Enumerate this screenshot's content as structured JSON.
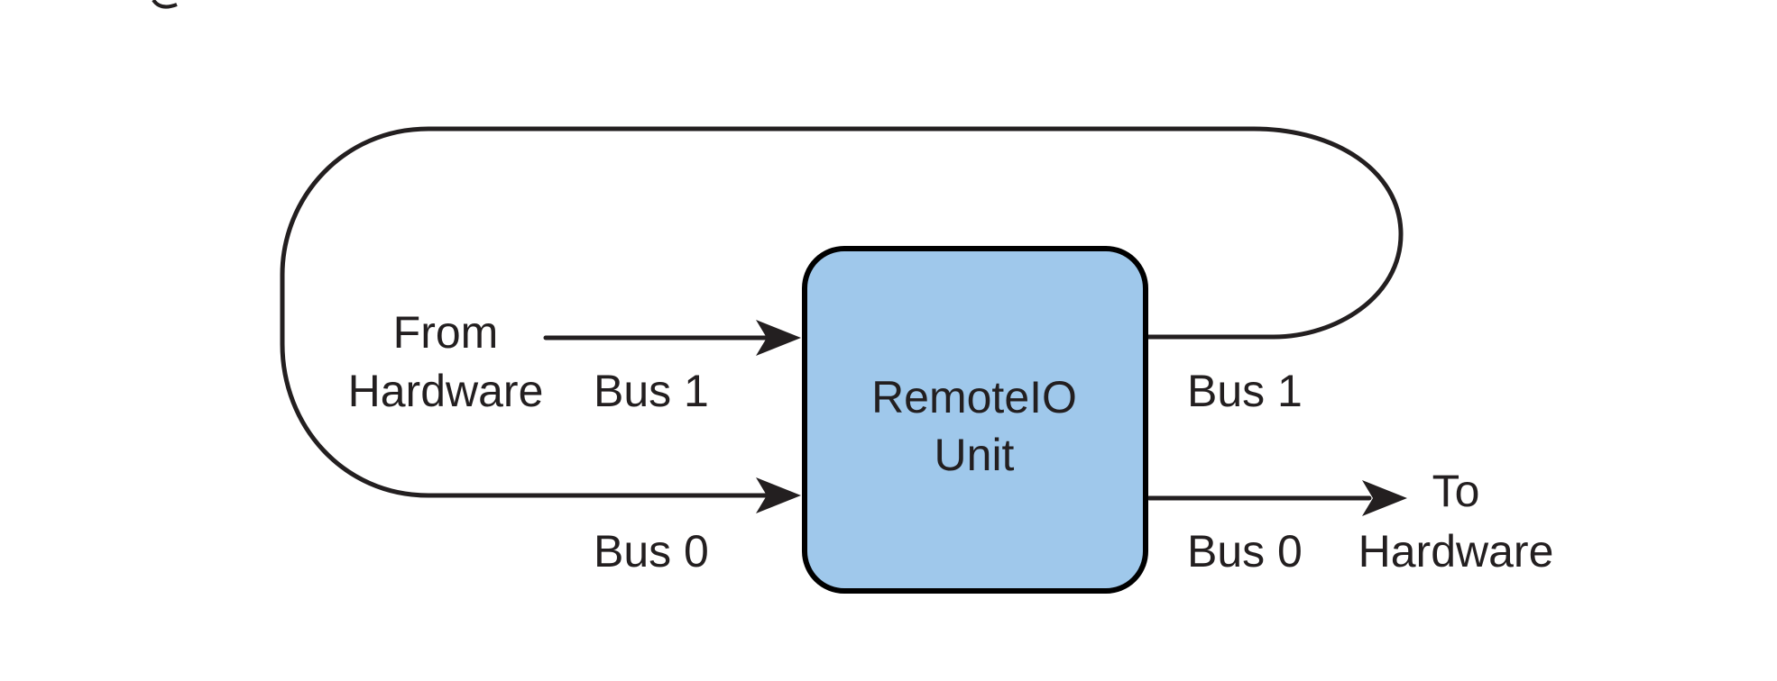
{
  "diagram": {
    "unit_label_line1": "RemoteIO",
    "unit_label_line2": "Unit",
    "from_label_line1": "From",
    "from_label_line2": "Hardware",
    "to_label_line1": "To",
    "to_label_line2": "Hardware",
    "input_bus1": "Bus 1",
    "input_bus0": "Bus 0",
    "output_bus1": "Bus 1",
    "output_bus0": "Bus 0",
    "colors": {
      "unit_fill": "#9fc8eb",
      "stroke": "#231f20"
    }
  }
}
